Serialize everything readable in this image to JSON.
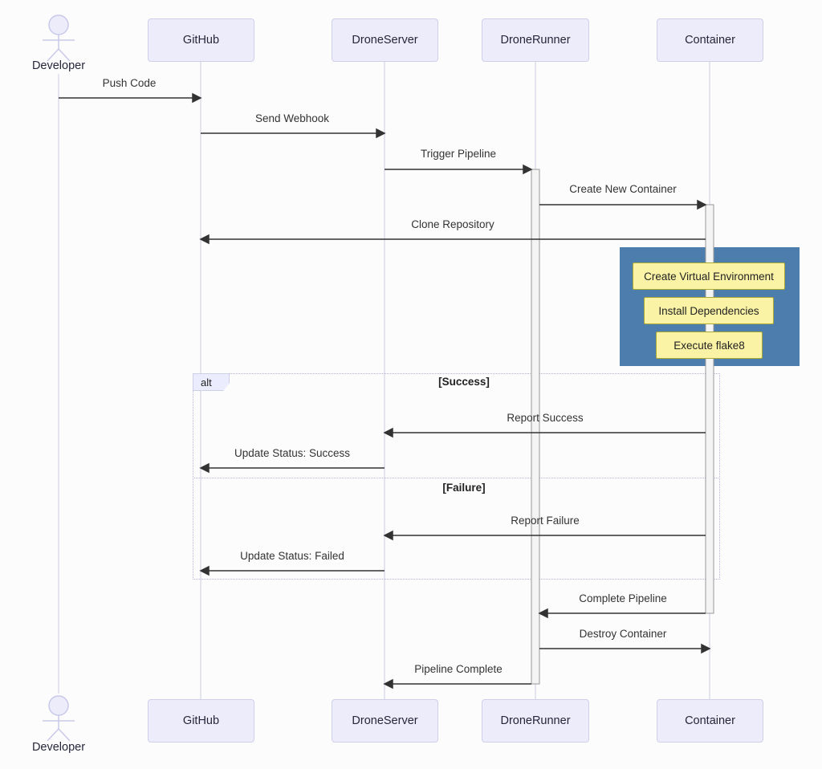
{
  "diagram_type": "sequence-diagram",
  "actors": [
    {
      "id": "developer",
      "label": "Developer",
      "kind": "actor"
    },
    {
      "id": "github",
      "label": "GitHub",
      "kind": "participant"
    },
    {
      "id": "droneserver",
      "label": "DroneServer",
      "kind": "participant"
    },
    {
      "id": "dronerunner",
      "label": "DroneRunner",
      "kind": "participant"
    },
    {
      "id": "container",
      "label": "Container",
      "kind": "participant"
    }
  ],
  "messages": [
    {
      "from": "Developer",
      "to": "GitHub",
      "label": "Push Code"
    },
    {
      "from": "GitHub",
      "to": "DroneServer",
      "label": "Send Webhook"
    },
    {
      "from": "DroneServer",
      "to": "DroneRunner",
      "label": "Trigger Pipeline"
    },
    {
      "from": "DroneRunner",
      "to": "Container",
      "label": "Create New Container"
    },
    {
      "from": "Container",
      "to": "GitHub",
      "label": "Clone Repository"
    },
    {
      "from": "Container",
      "to": "DroneServer",
      "label": "Report Success"
    },
    {
      "from": "DroneServer",
      "to": "GitHub",
      "label": "Update Status: Success"
    },
    {
      "from": "Container",
      "to": "DroneServer",
      "label": "Report Failure"
    },
    {
      "from": "DroneServer",
      "to": "GitHub",
      "label": "Update Status: Failed"
    },
    {
      "from": "Container",
      "to": "DroneRunner",
      "label": "Complete Pipeline"
    },
    {
      "from": "DroneRunner",
      "to": "Container",
      "label": "Destroy Container"
    },
    {
      "from": "DroneRunner",
      "to": "DroneServer",
      "label": "Pipeline Complete"
    }
  ],
  "alt_block": {
    "label": "alt",
    "conditions": [
      "[Success]",
      "[Failure]"
    ]
  },
  "notes_over_container": [
    {
      "label": "Create Virtual Environment"
    },
    {
      "label": "Install Dependencies"
    },
    {
      "label": "Execute flake8"
    }
  ],
  "colors": {
    "participant_fill": "#ECECFB",
    "participant_border": "#CFCFE8",
    "lifeline": "#CCCCE0",
    "arrow": "#333333",
    "activation_fill": "#F4F4F4",
    "activation_border": "#999999",
    "note_group_fill": "#4C7DAD",
    "note_fill": "#FAF3A6",
    "note_border": "#AAAA33",
    "alt_border": "#B3B3DC",
    "alt_label_fill": "#ECECFF"
  }
}
